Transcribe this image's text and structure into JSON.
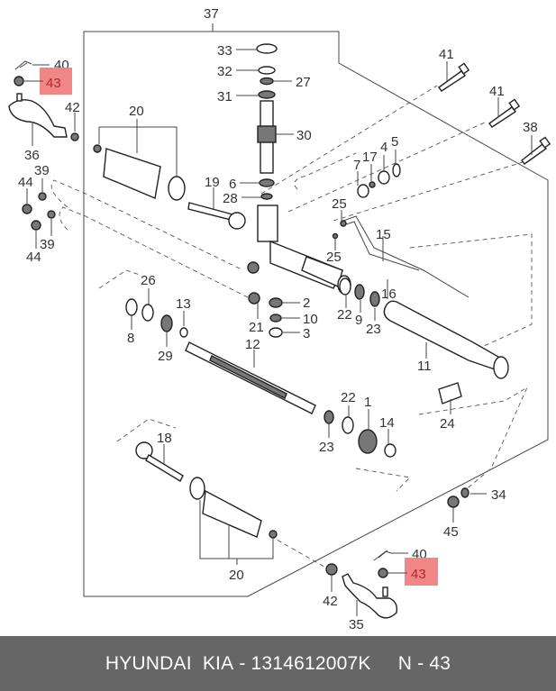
{
  "diagram": {
    "title": "Steering gear box exploded view",
    "highlight_color": "#f08080",
    "highlighted_part": "43",
    "labels": {
      "p37": "37",
      "p33": "33",
      "p32": "32",
      "p27": "27",
      "p31": "31",
      "p30": "30",
      "p6": "6",
      "p28": "28",
      "p19": "19",
      "p20a": "20",
      "p20b": "20",
      "p40a": "40",
      "p43a": "43",
      "p42a": "42",
      "p36": "36",
      "p39a": "39",
      "p39b": "39",
      "p44a": "44",
      "p44b": "44",
      "p41a": "41",
      "p41b": "41",
      "p38": "38",
      "p7": "7",
      "p17": "17",
      "p4": "4",
      "p5": "5",
      "p25a": "25",
      "p25b": "25",
      "p15": "15",
      "p16": "16",
      "p26": "26",
      "p8": "8",
      "p29": "29",
      "p13": "13",
      "p2": "2",
      "p10": "10",
      "p3": "3",
      "p21": "21",
      "p22a": "22",
      "p9": "9",
      "p23a": "23",
      "p11": "11",
      "p12": "12",
      "p22b": "22",
      "p1": "1",
      "p14": "14",
      "p23b": "23",
      "p24": "24",
      "p18": "18",
      "p34": "34",
      "p45": "45",
      "p40b": "40",
      "p43b": "43",
      "p42b": "42",
      "p35": "35"
    }
  },
  "footer": {
    "brand": "HYUNDAI  KIA",
    "separator": " - ",
    "part_number": "1314612007K",
    "spacer": "     ",
    "ref_prefix": "N - ",
    "ref_number": "43"
  }
}
